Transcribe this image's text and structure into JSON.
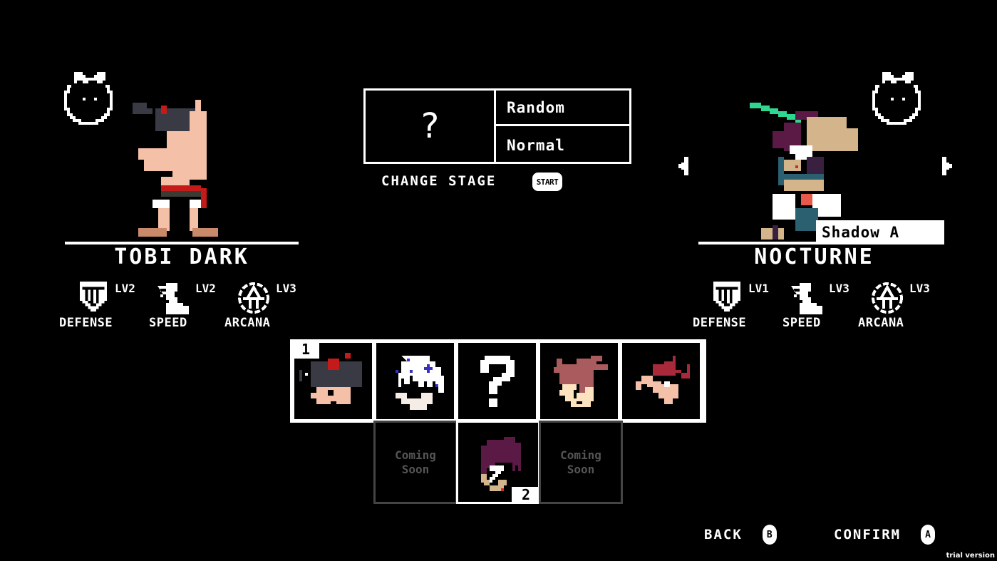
{
  "stage": {
    "preview_symbol": "?",
    "stage_name": "Random",
    "mode": "Normal",
    "change_stage_label": "CHANGE STAGE",
    "start_button_label": "START"
  },
  "player1": {
    "name": "TOBI DARK",
    "badge_icon": "horned-spirit-icon",
    "stats": [
      {
        "label": "DEFENSE",
        "level": "LV2",
        "icon": "shield-icon"
      },
      {
        "label": "SPEED",
        "level": "LV2",
        "icon": "winged-boot-icon"
      },
      {
        "label": "ARCANA",
        "level": "LV3",
        "icon": "arcane-sigil-icon"
      }
    ]
  },
  "player2": {
    "name": "NOCTURNE",
    "skin": "Shadow A",
    "badge_icon": "horned-spirit-icon",
    "stats": [
      {
        "label": "DEFENSE",
        "level": "LV1",
        "icon": "shield-icon"
      },
      {
        "label": "SPEED",
        "level": "LV3",
        "icon": "winged-boot-icon"
      },
      {
        "label": "ARCANA",
        "level": "LV3",
        "icon": "arcane-sigil-icon"
      }
    ],
    "prev_skin_icon": "arrow-left-icon",
    "next_skin_icon": "arrow-right-icon"
  },
  "roster": {
    "top_row": [
      {
        "id": "tobi",
        "cursor": "1"
      },
      {
        "id": "white-hood"
      },
      {
        "id": "random",
        "symbol": "?"
      },
      {
        "id": "brown-hair"
      },
      {
        "id": "red-hair"
      }
    ],
    "bottom_row": [
      {
        "id": "coming-soon-1",
        "label_line1": "Coming",
        "label_line2": "Soon"
      },
      {
        "id": "nocturne",
        "cursor": "2"
      },
      {
        "id": "coming-soon-2",
        "label_line1": "Coming",
        "label_line2": "Soon"
      }
    ]
  },
  "footer": {
    "back_label": "BACK",
    "back_button": "B",
    "confirm_label": "CONFIRM",
    "confirm_button": "A",
    "watermark": "trial version"
  },
  "colors": {
    "background": "#000000",
    "foreground": "#ffffff",
    "coming_soon_text": "#555555",
    "nocturne_blade": "#2fd68f",
    "tobi_accent": "#c41a1a"
  }
}
